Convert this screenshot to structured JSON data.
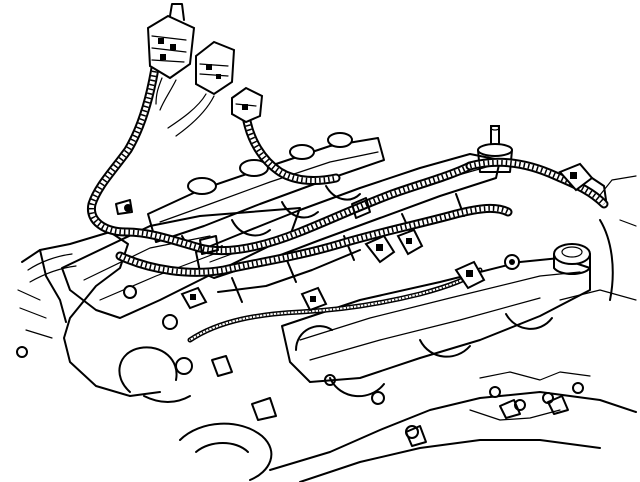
{
  "figure": {
    "kind": "engine-wiring-harness-line-drawing",
    "background_color": "#ffffff",
    "line_color": "#000000",
    "parts": [
      "engine-block",
      "left-valve-cover",
      "right-valve-cover",
      "fuel-rail",
      "intake-manifold",
      "main-wiring-harness",
      "harness-connector-cluster",
      "injector-connectors",
      "sensor-connector",
      "vacuum-fitting",
      "oil-fill-cap",
      "spark-plug-boots"
    ]
  }
}
